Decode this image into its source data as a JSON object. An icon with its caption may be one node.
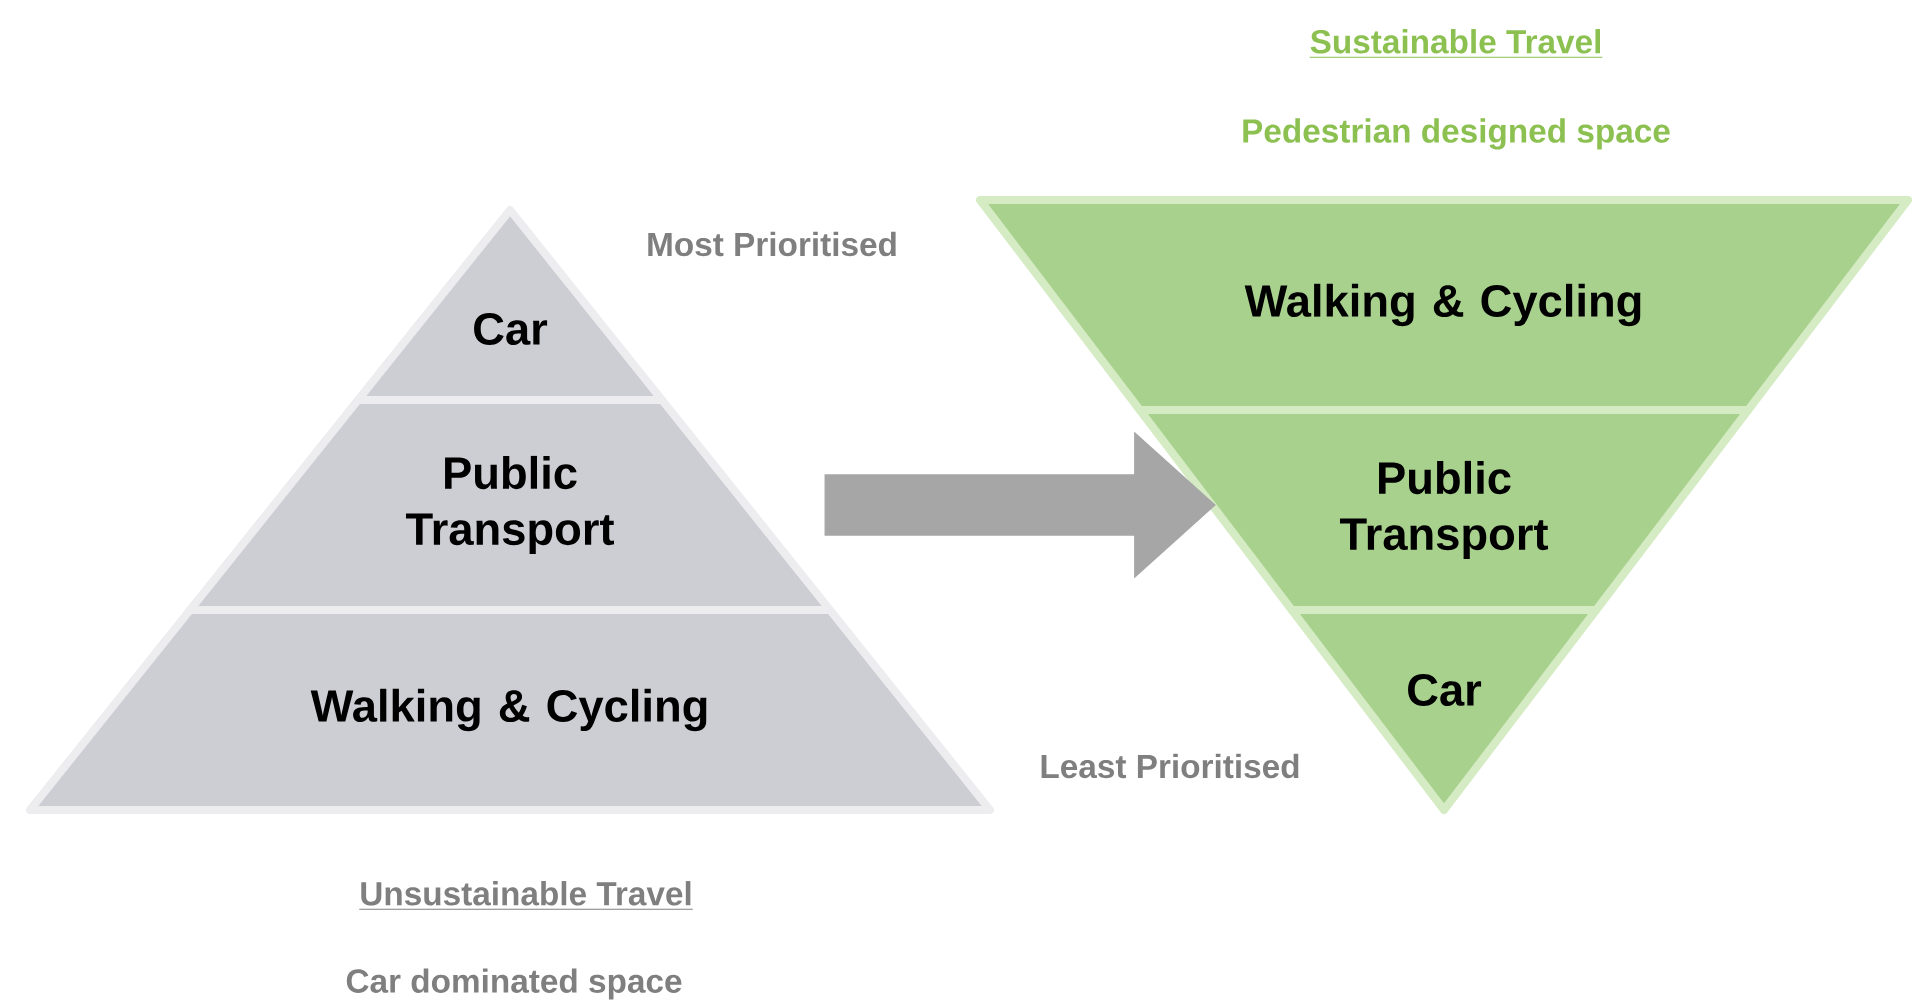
{
  "diagram": {
    "nodes": [
      {
        "text": [
          "Car"
        ]
      },
      {
        "text": [
          "Public Transport"
        ]
      },
      {
        "text": [
          "Walking & Cycling"
        ]
      },
      {
        "text": [
          "Walking & Cycling"
        ]
      },
      {
        "text": [
          "Public Transport"
        ]
      },
      {
        "text": [
          "Car"
        ]
      }
    ],
    "edges": [
      {
        "from": 1,
        "to": 4,
        "arrow": "to",
        "style": "thick",
        "color": "#a6a6a6"
      }
    ],
    "labels": [
      "Sustainable Travel",
      "Pedestrian designed space",
      "Most Prioritised",
      "Least Prioritised",
      "Unsustainable Travel",
      "Car dominated space"
    ]
  }
}
